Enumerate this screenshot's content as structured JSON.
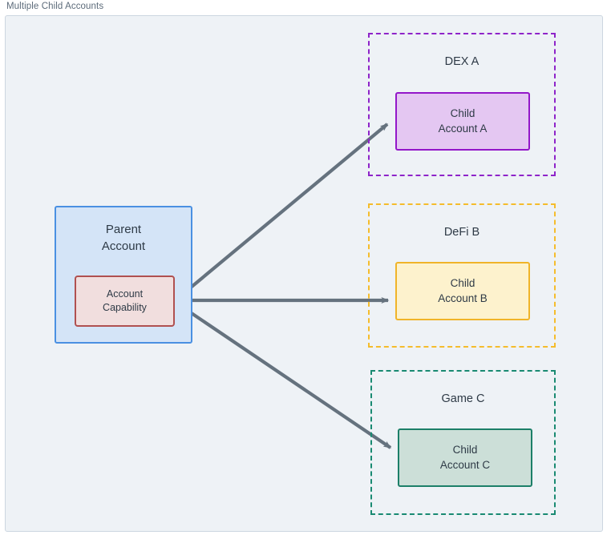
{
  "diagram": {
    "title": "Multiple Child Accounts",
    "background_color": "#eef2f6",
    "frame_border_color": "#ccd6e0",
    "connector_color": "#65727e"
  },
  "parent": {
    "title_line1": "Parent",
    "title_line2": "Account",
    "fill_color": "#d4e4f7",
    "border_color": "#4a90e2",
    "capability": {
      "line1": "Account",
      "line2": "Capability",
      "fill_color": "#f1dede",
      "border_color": "#b05050"
    }
  },
  "groups": [
    {
      "label": "DEX A",
      "border_color": "#8e24c9",
      "child": {
        "line1": "Child",
        "line2": "Account A",
        "fill_color": "#e4c7f2",
        "border_color": "#9317c9"
      }
    },
    {
      "label": "DeFi B",
      "border_color": "#f5bc2b",
      "child": {
        "line1": "Child",
        "line2": "Account B",
        "fill_color": "#fdf2cd",
        "border_color": "#f0b429"
      }
    },
    {
      "label": "Game C",
      "border_color": "#198a72",
      "child": {
        "line1": "Child",
        "line2": "Account C",
        "fill_color": "#ccdfd8",
        "border_color": "#1c7f68"
      }
    }
  ],
  "connectors": [
    {
      "from": "Account Capability",
      "to": "Child Account A"
    },
    {
      "from": "Account Capability",
      "to": "Child Account B"
    },
    {
      "from": "Account Capability",
      "to": "Child Account C"
    }
  ]
}
